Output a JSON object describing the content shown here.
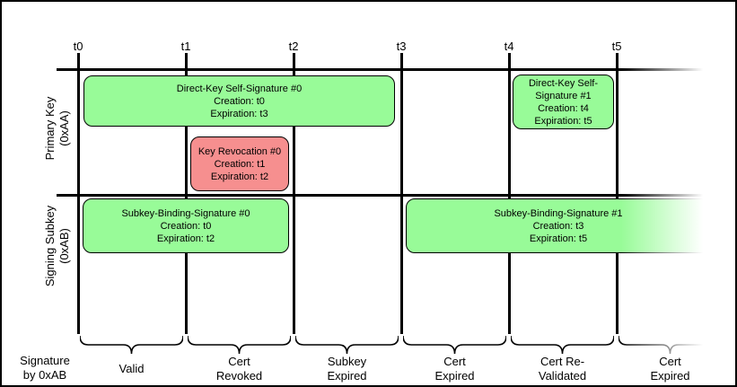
{
  "diagram": {
    "timeline": {
      "labels": [
        "t0",
        "t1",
        "t2",
        "t3",
        "t4",
        "t5"
      ]
    },
    "rows": [
      {
        "name": "Primary Key",
        "key_id": "(0xAA)"
      },
      {
        "name": "Signing Subkey",
        "key_id": "(0xAB)"
      }
    ],
    "boxes": [
      {
        "title": "Direct-Key Self-Signature #0",
        "creation": "Creation: t0",
        "expiration": "Expiration: t3",
        "kind": "signature",
        "fill": "#98fb98"
      },
      {
        "title": "Key Revocation #0",
        "creation": "Creation: t1",
        "expiration": "Expiration: t2",
        "kind": "revocation",
        "fill": "#f68f8f"
      },
      {
        "title": "Direct-Key Self-Signature #1",
        "creation": "Creation: t4",
        "expiration": "Expiration: t5",
        "kind": "signature",
        "fill": "#98fb98"
      },
      {
        "title": "Subkey-Binding-Signature #0",
        "creation": "Creation: t0",
        "expiration": "Expiration: t2",
        "kind": "signature",
        "fill": "#98fb98"
      },
      {
        "title": "Subkey-Binding-Signature #1",
        "creation": "Creation: t3",
        "expiration": "Expiration: t5",
        "kind": "signature",
        "fill": "#98fb98"
      }
    ],
    "bottom": {
      "axis_caption_lines": [
        "Signature",
        "by 0xAB"
      ],
      "segments": [
        {
          "lines": [
            "Valid"
          ]
        },
        {
          "lines": [
            "Cert",
            "Revoked"
          ]
        },
        {
          "lines": [
            "Subkey",
            "Expired"
          ]
        },
        {
          "lines": [
            "Cert",
            "Expired"
          ]
        },
        {
          "lines": [
            "Cert Re-",
            "Validated"
          ]
        },
        {
          "lines": [
            "Cert",
            "Expired"
          ]
        }
      ]
    },
    "colors": {
      "signature_fill": "#98fb98",
      "revocation_fill": "#f68f8f",
      "line": "#000000",
      "background": "#ffffff"
    }
  }
}
